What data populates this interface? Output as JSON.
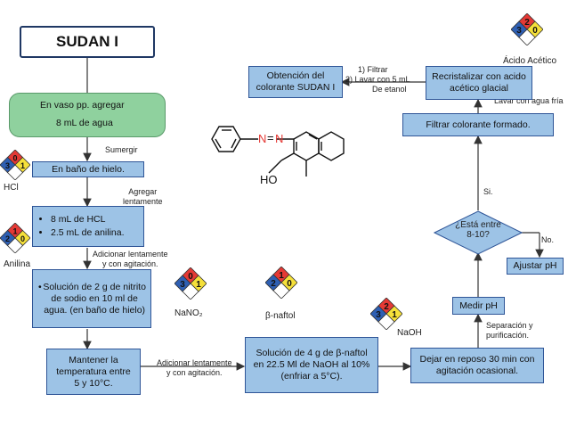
{
  "title": "SUDAN I",
  "start": {
    "line1": "En vaso pp. agregar",
    "line2": "8 mL de agua"
  },
  "steps": {
    "sumergir": "Sumergir",
    "ice_bath": "En baño de hielo.",
    "agregar": "Agregar",
    "lentamente": "lentamente",
    "hcl_item": "8 mL de HCL",
    "aniline_item": "2.5 mL de anilina.",
    "add_slow_line1": "Adicionar lentamente",
    "add_slow_line2": "y con agitación.",
    "nitrite_text": "Solución de 2 g de nitrito de sodio en 10 ml de agua. (en baño de hielo)",
    "keep_temp": "Mantener la temperatura entre 5 y 10°C.",
    "add_slow2_line1": "Adicionar lentamente",
    "add_slow2_line2": "y con agitación.",
    "naphthol_solution": "Solución de 4 g de β-naftol en 22.5 Ml de NaOH al 10% (enfriar a 5°C).",
    "rest": "Dejar en reposo 30 min con agitación ocasional.",
    "separation_line1": "Separación y",
    "separation_line2": "purificación.",
    "measure_ph": "Medir pH",
    "question": "¿Está entre 8-10?",
    "no_label": "No.",
    "adjust_ph": "Ajustar pH",
    "yes_label": "Si.",
    "filter": "Filtrar colorante formado.",
    "wash_cold": "Lavar con agua fría",
    "recrystallize": "Recristalizar con acido acético glacial",
    "filter_item": "1)    Filtrar",
    "wash_item": "2)   Lavar con 5 mL",
    "wash_item2": "De etanol",
    "obtain": "Obtención del colorante SUDAN I"
  },
  "chemicals": {
    "hcl": {
      "name": "HCl",
      "top": "0",
      "left": "3",
      "right": "1"
    },
    "aniline": {
      "name": "Anilina",
      "top": "1",
      "left": "2",
      "right": "0"
    },
    "nano2": {
      "name": "NaNO₂",
      "top": "0",
      "left": "3",
      "right": "1"
    },
    "naphthol": {
      "name": "β-naftol",
      "top": "1",
      "left": "2",
      "right": "0"
    },
    "naoh": {
      "name": "NaOH",
      "top": "2",
      "left": "3",
      "right": "1"
    },
    "acetic": {
      "name": "Ácido Acético",
      "top": "2",
      "left": "3",
      "right": "0"
    }
  },
  "structure": {
    "oh_label": "HO"
  },
  "colors": {
    "box_fill": "#9dc3e6",
    "box_border": "#2f5597",
    "start_fill": "#8fd19e",
    "nfpa_blue": "#2e5fb3",
    "nfpa_red": "#e53935",
    "nfpa_yellow": "#f5e03a"
  }
}
